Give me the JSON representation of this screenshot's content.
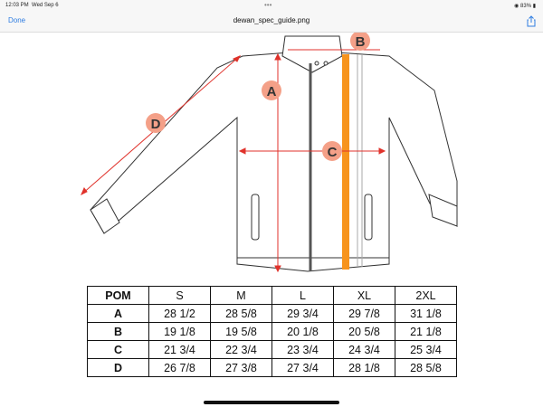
{
  "status": {
    "time": "12:03 PM",
    "date": "Wed Sep 6",
    "battery": "83%"
  },
  "nav": {
    "done": "Done",
    "title": "dewan_spec_guide.png"
  },
  "labels": {
    "a": "A",
    "b": "B",
    "c": "C",
    "d": "D"
  },
  "colors": {
    "accent": "#f7941d",
    "arrow": "#e0322b",
    "badge": "#f4a088"
  },
  "table": {
    "headers": [
      "POM",
      "S",
      "M",
      "L",
      "XL",
      "2XL"
    ],
    "rows": [
      [
        "A",
        "28 1/2",
        "28 5/8",
        "29 3/4",
        "29 7/8",
        "31 1/8"
      ],
      [
        "B",
        "19 1/8",
        "19 5/8",
        "20 1/8",
        "20 5/8",
        "21 1/8"
      ],
      [
        "C",
        "21 3/4",
        "22 3/4",
        "23 3/4",
        "24 3/4",
        "25 3/4"
      ],
      [
        "D",
        "26 7/8",
        "27 3/8",
        "27 3/4",
        "28 1/8",
        "28 5/8"
      ]
    ]
  }
}
